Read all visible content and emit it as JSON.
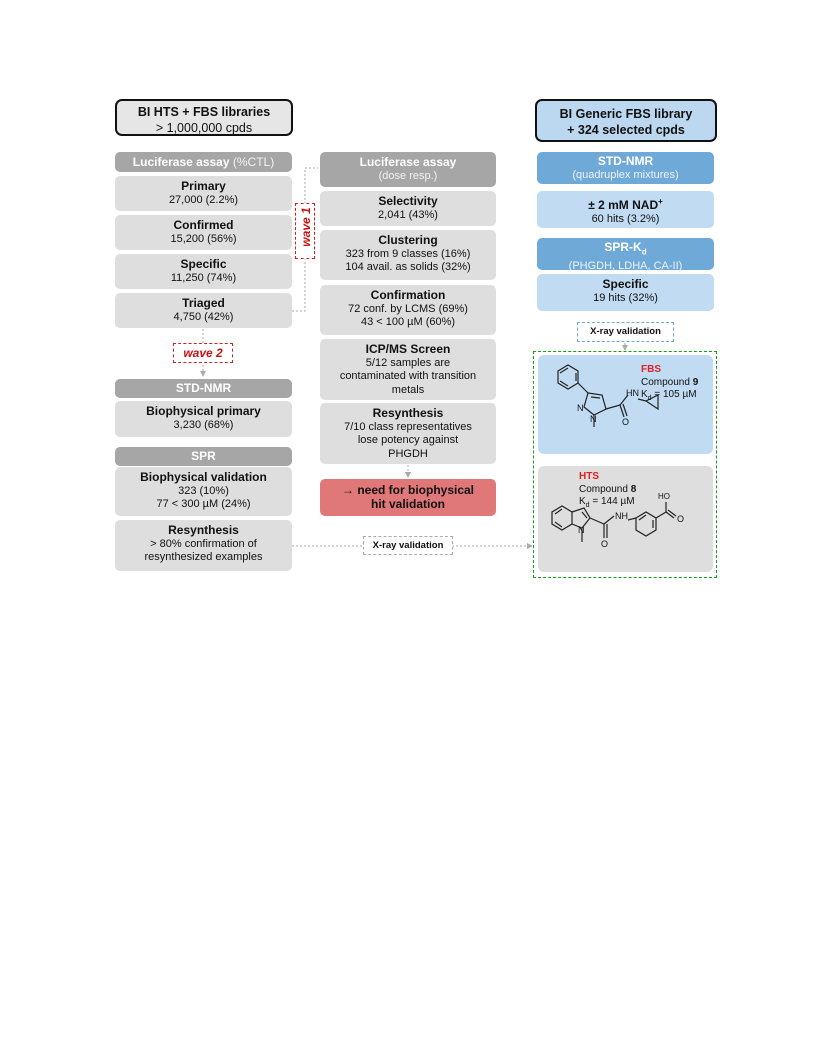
{
  "left": {
    "library": {
      "title": "BI HTS + FBS libraries",
      "subtitle": "> 1,000,000 cpds"
    },
    "luciferase_header": {
      "title": "Luciferase assay",
      "suffix": " (%CTL)"
    },
    "steps": [
      {
        "title": "Primary",
        "lines": [
          "27,000 (2.2%)"
        ]
      },
      {
        "title": "Confirmed",
        "lines": [
          "15,200 (56%)"
        ]
      },
      {
        "title": "Specific",
        "lines": [
          "11,250 (74%)"
        ]
      },
      {
        "title": "Triaged",
        "lines": [
          "4,750 (42%)"
        ]
      }
    ],
    "wave2": "wave 2",
    "std_nmr_header": "STD-NMR",
    "biophys_primary": {
      "title": "Biophysical primary",
      "line": "3,230 (68%)"
    },
    "spr_header": "SPR",
    "biophys_validation": {
      "title": "Biophysical validation",
      "line1": "323 (10%)",
      "line2": "77 < 300 µM (24%)"
    },
    "resynthesis": {
      "title": "Resynthesis",
      "line1": "> 80% confirmation of",
      "line2": "resynthesized examples"
    }
  },
  "wave1": "wave 1",
  "middle": {
    "luciferase_header": {
      "title": "Luciferase assay",
      "sub": "(dose resp.)"
    },
    "selectivity": {
      "title": "Selectivity",
      "line": "2,041 (43%)"
    },
    "clustering": {
      "title": "Clustering",
      "line1": "323 from 9 classes (16%)",
      "line2": "104 avail. as solids (32%)"
    },
    "confirmation": {
      "title": "Confirmation",
      "line1": "72 conf. by LCMS (69%)",
      "line2": "43  < 100 µM (60%)"
    },
    "icp": {
      "title": "ICP/MS Screen",
      "line1": "5/12 samples are",
      "line2": "contaminated with transition",
      "line3": "metals"
    },
    "resynthesis": {
      "title": "Resynthesis",
      "line1": "7/10 class representatives",
      "line2": "lose potency against",
      "line3": "PHGDH"
    },
    "need": {
      "line1": "→ need for biophysical",
      "line2": "hit validation"
    }
  },
  "xray_bottom": "X-ray validation",
  "right": {
    "library": {
      "title": "BI Generic FBS library",
      "subtitle": "+ 324 selected cpds"
    },
    "std_nmr_header": {
      "title": "STD-NMR",
      "sub": "(quadruplex mixtures)"
    },
    "nad": {
      "title": "± 2 mM NAD",
      "sup": "+",
      "line": "60 hits (3.2%)"
    },
    "spr_header": {
      "title": "SPR-K",
      "subscript": "d",
      "sub": "(PHGDH, LDHA, CA-II)"
    },
    "specific": {
      "title": "Specific",
      "line": "19 hits (32%)"
    },
    "xray": "X-ray validation",
    "fbs_card": {
      "label": "FBS",
      "compound_prefix": "Compound ",
      "compound_num": "9",
      "kd_k": "K",
      "kd_sub": "d",
      "kd_rest": " = 105 µM",
      "atom_o": "O",
      "atom_n1": "N",
      "atom_n2": "N",
      "atom_nh": "N",
      "atom_h": "H"
    },
    "hts_card": {
      "label": "HTS",
      "compound_prefix": "Compound ",
      "compound_num": "8",
      "kd_k": "K",
      "kd_sub": "d",
      "kd_rest": " = 144 µM",
      "atom_ho": "HO",
      "atom_o1": "O",
      "atom_o2": "O",
      "atom_n": "N",
      "atom_nh": "N",
      "atom_h": "H"
    }
  },
  "colors": {
    "grey_header": "#a6a6a6",
    "grey_box": "#dedede",
    "blue_header": "#6fa9d8",
    "blue_box": "#c1dcf2",
    "red_box": "#e07778",
    "wave_red": "#cc1111",
    "green_frame": "#1a9a1a"
  }
}
